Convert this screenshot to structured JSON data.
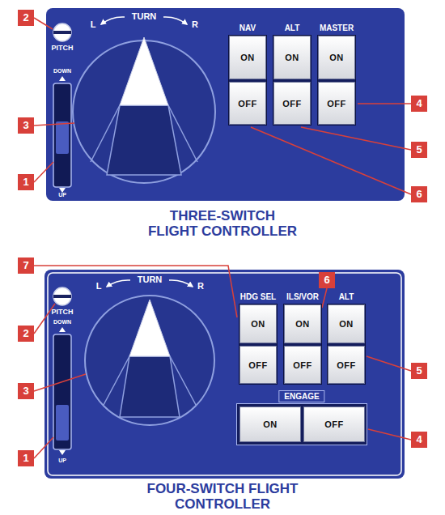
{
  "diagram": {
    "nodes": [
      {
        "text": [
          "NAV"
        ]
      },
      {
        "text": [
          "ON"
        ],
        "in": 0
      },
      {
        "text": [
          "OFF"
        ],
        "in": 0
      },
      {
        "text": [
          "ALT"
        ]
      },
      {
        "text": [
          "ON"
        ],
        "in": 3
      },
      {
        "text": [
          "OFF"
        ],
        "in": 3
      },
      {
        "text": [
          "MASTER"
        ]
      },
      {
        "text": [
          "ON"
        ],
        "in": 6
      },
      {
        "text": [
          "OFF"
        ],
        "in": 6
      },
      {
        "text": [
          "HDG SEL"
        ]
      },
      {
        "text": [
          "ON"
        ],
        "in": 9
      },
      {
        "text": [
          "OFF"
        ],
        "in": 9
      },
      {
        "text": [
          "ILS/VOR"
        ]
      },
      {
        "text": [
          "ON"
        ],
        "in": 12
      },
      {
        "text": [
          "OFF"
        ],
        "in": 12
      },
      {
        "text": [
          "ALT"
        ]
      },
      {
        "text": [
          "ON"
        ],
        "in": 15
      },
      {
        "text": [
          "OFF"
        ],
        "in": 15
      },
      {
        "text": [
          "ENGAGE"
        ]
      },
      {
        "text": [
          "ON"
        ],
        "in": 18
      },
      {
        "text": [
          "OFF"
        ],
        "in": 18
      }
    ],
    "labels": [
      "2",
      "PITCH",
      "DOWN",
      "UP",
      "3",
      "1",
      "L",
      "TURN",
      "R",
      "4",
      "5",
      "6",
      "THREE-SWITCH FLIGHT CONTROLLER",
      "7",
      "2",
      "PITCH",
      "DOWN",
      "UP",
      "3",
      "1",
      "L",
      "TURN",
      "R",
      "6",
      "5",
      "4",
      "FOUR-SWITCH FLIGHT CONTROLLER"
    ]
  }
}
